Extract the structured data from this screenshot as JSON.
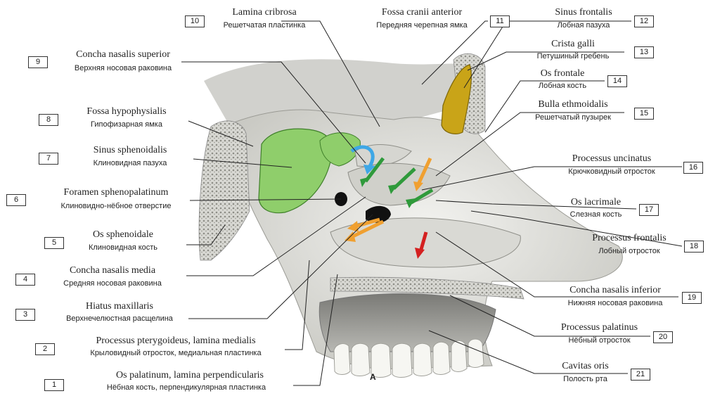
{
  "figure_letter": "A",
  "colors": {
    "bone": "#e6e6e3",
    "bone_shadow": "#c9c9c4",
    "spongy": "#b9b9b2",
    "sphenoid_sinus": "#8fce6b",
    "frontal_sinus": "#c9a418",
    "arrow_blue": "#3ea7e6",
    "arrow_green": "#2f9a3b",
    "arrow_orange": "#f0a030",
    "arrow_red": "#d42020",
    "leader": "#222222"
  },
  "labels": [
    {
      "num": "1",
      "latin": "Os palatinum, lamina perpendicularis",
      "russian": "Нёбная кость, перпендикулярная пластинка"
    },
    {
      "num": "2",
      "latin": "Processus pterygoideus, lamina medialis",
      "russian": "Крыловидный отросток, медиальная пластинка"
    },
    {
      "num": "3",
      "latin": "Hiatus maxillaris",
      "russian": "Верхнечелюстная расщелина"
    },
    {
      "num": "4",
      "latin": "Concha nasalis media",
      "russian": "Средняя носовая раковина"
    },
    {
      "num": "5",
      "latin": "Os sphenoidale",
      "russian": "Клиновидная кость"
    },
    {
      "num": "6",
      "latin": "Foramen sphenopalatinum",
      "russian": "Клиновидно-нёбное отверстие"
    },
    {
      "num": "7",
      "latin": "Sinus sphenoidalis",
      "russian": "Клиновидная пазуха"
    },
    {
      "num": "8",
      "latin": "Fossa hypophysialis",
      "russian": "Гипофизарная ямка"
    },
    {
      "num": "9",
      "latin": "Concha nasalis superior",
      "russian": "Верхняя носовая раковина"
    },
    {
      "num": "10",
      "latin": "Lamina cribrosa",
      "russian": "Решетчатая пластинка"
    },
    {
      "num": "11",
      "latin": "Fossa cranii anterior",
      "russian": "Передняя черепная ямка"
    },
    {
      "num": "12",
      "latin": "Sinus frontalis",
      "russian": "Лобная пазуха"
    },
    {
      "num": "13",
      "latin": "Crista galli",
      "russian": "Петушиный гребень"
    },
    {
      "num": "14",
      "latin": "Os frontale",
      "russian": "Лобная кость"
    },
    {
      "num": "15",
      "latin": "Bulla ethmoidalis",
      "russian": "Решетчатый пузырек"
    },
    {
      "num": "16",
      "latin": "Processus uncinatus",
      "russian": "Крючковидный отросток"
    },
    {
      "num": "17",
      "latin": "Os lacrimale",
      "russian": "Слезная кость"
    },
    {
      "num": "18",
      "latin": "Processus frontalis",
      "russian": "Лобный отросток"
    },
    {
      "num": "19",
      "latin": "Concha nasalis inferior",
      "russian": "Нижняя носовая раковина"
    },
    {
      "num": "20",
      "latin": "Processus palatinus",
      "russian": "Нёбный отросток"
    },
    {
      "num": "21",
      "latin": "Cavitas oris",
      "russian": "Полость рта"
    }
  ]
}
